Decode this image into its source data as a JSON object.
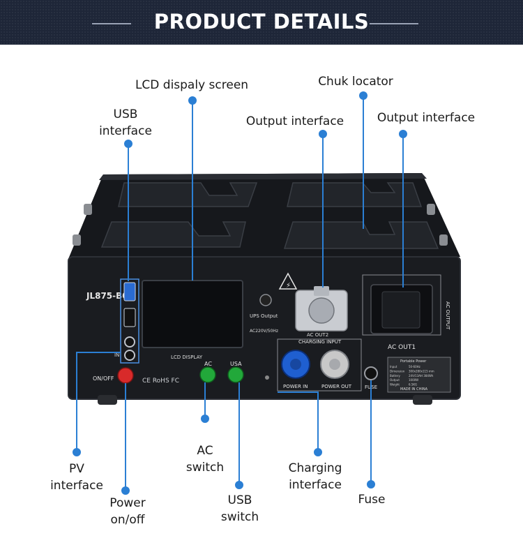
{
  "banner": {
    "title": "PRODUCT DETAILS"
  },
  "labels": {
    "lcd_screen": "LCD dispaly screen",
    "usb_interface_1": "USB",
    "usb_interface_2": "interface",
    "chuk_locator": "Chuk locator",
    "output_interface_center": "Output interface",
    "output_interface_right": "Output interface",
    "pv_interface_1": "PV",
    "pv_interface_2": "interface",
    "power_onoff_1": "Power",
    "power_onoff_2": "on/off",
    "ac_switch_1": "AC",
    "ac_switch_2": "switch",
    "usb_switch_1": "USB",
    "usb_switch_2": "switch",
    "charging_interface_1": "Charging",
    "charging_interface_2": "interface",
    "fuse": "Fuse"
  },
  "device_markings": {
    "model": "JL875-B03",
    "lcd_display": "LCD DISPLAY",
    "ups_output": "UPS Output",
    "ac_spec": "AC220V/50Hz",
    "onoff": "ON/OFF",
    "ac": "AC",
    "usa": "USA",
    "in": "IN",
    "charging_input": "CHARGING INPUT",
    "power_in": "POWER IN",
    "power_out": "POWER OUT",
    "fuse": "FUSE",
    "ac_out1": "AC OUT1",
    "ac_output": "AC OUTPUT",
    "ac_out2": "AC OUT2",
    "portable_power": "Portable Power",
    "made_in": "MADE IN CHINA",
    "certifications": "CE  RoHS  FC",
    "spec_rows": [
      [
        "Input",
        "50-60Hz"
      ],
      [
        "Dimension",
        "300x280x115 mm"
      ],
      [
        "Battery",
        "24V/13AH 384Wh"
      ],
      [
        "Output",
        "1000W"
      ],
      [
        "Weight",
        "6.5KG"
      ]
    ]
  },
  "colors": {
    "banner_bg": "#1e2638",
    "leader_line": "#2b7fd4",
    "device_body": "#1a1c20",
    "power_button": "#d82a2a",
    "switch_button": "#22a83a",
    "charging_in": "#1f5fd0",
    "charging_out": "#c8c8c8"
  }
}
